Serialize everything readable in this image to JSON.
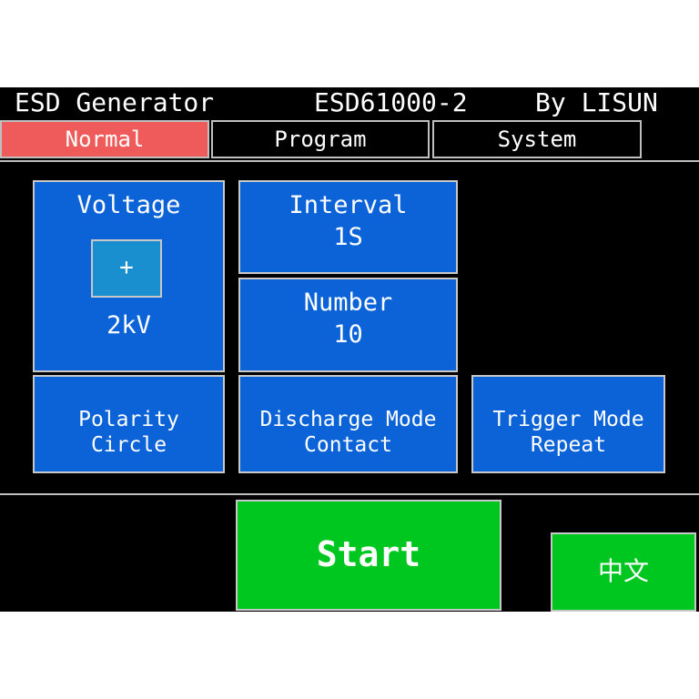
{
  "header": {
    "title": "ESD Generator",
    "model": "ESD61000-2",
    "brand": "By LISUN"
  },
  "tabs": [
    {
      "label": "Normal",
      "active": true
    },
    {
      "label": "Program",
      "active": false
    },
    {
      "label": "System",
      "active": false
    }
  ],
  "voltage": {
    "label": "Voltage",
    "adjust_label": "+",
    "value": "2kV"
  },
  "interval": {
    "label": "Interval",
    "value": "1S"
  },
  "number": {
    "label": "Number",
    "value": "10"
  },
  "polarity": {
    "label": "Polarity",
    "value": "Circle"
  },
  "discharge_mode": {
    "label": "Discharge Mode",
    "value": "Contact"
  },
  "trigger_mode": {
    "label": "Trigger Mode",
    "value": "Repeat"
  },
  "actions": {
    "start_label": "Start",
    "language_label": "中文"
  },
  "colors": {
    "tile": "#0c63d8",
    "active_tab": "#ef5a5a",
    "button": "#00c620",
    "screen": "#000000"
  }
}
